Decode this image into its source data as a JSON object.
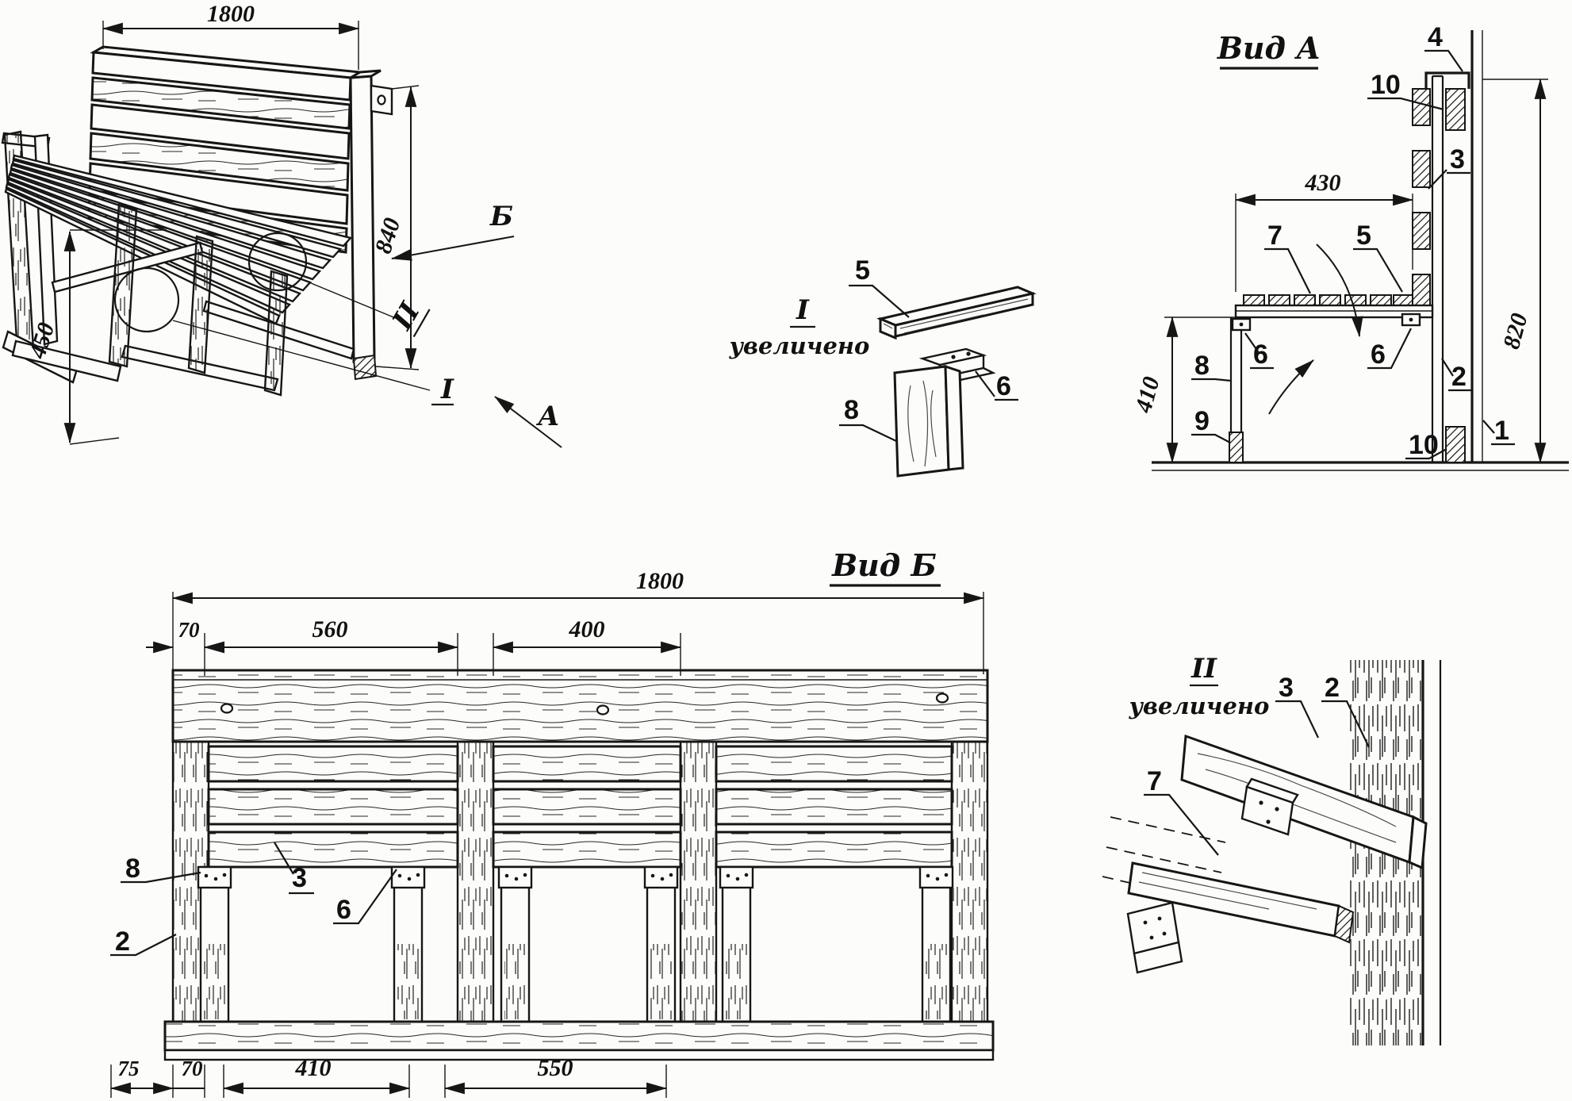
{
  "perspective": {
    "dim_length": "1800",
    "dim_height": "840",
    "dim_seat_height": "450",
    "view_b_arrow": "Б",
    "view_a_arrow": "А",
    "detail_i_ref": "I",
    "detail_ii_ref": "II"
  },
  "detail_i": {
    "title": "I",
    "subtitle": "увеличено",
    "part_slat": "5",
    "part_bracket": "6",
    "part_leg": "8"
  },
  "view_a": {
    "title": "Вид А",
    "dim_depth": "430",
    "dim_height": "820",
    "dim_leg": "410",
    "part_hook": "4",
    "part_batten_top": "10",
    "part_back_slat": "3",
    "part_seat_mid": "7",
    "part_seat_front": "5",
    "part_bracket_left": "6",
    "part_bracket_right": "6",
    "part_leg": "8",
    "part_foot": "9",
    "part_board": "2",
    "part_batten_bottom": "10",
    "part_wall": "1"
  },
  "view_b": {
    "title": "Вид Б",
    "dim_total": "1800",
    "dim_70": "70",
    "dim_560": "560",
    "dim_400": "400",
    "dim_75": "75",
    "dim_b70": "70",
    "dim_410": "410",
    "dim_550": "550",
    "part_leg": "8",
    "part_board": "2",
    "part_slat": "3",
    "part_bracket": "6"
  },
  "detail_ii": {
    "title": "II",
    "subtitle": "увеличено",
    "part_back_board": "3",
    "part_board": "2",
    "part_slat": "7"
  }
}
